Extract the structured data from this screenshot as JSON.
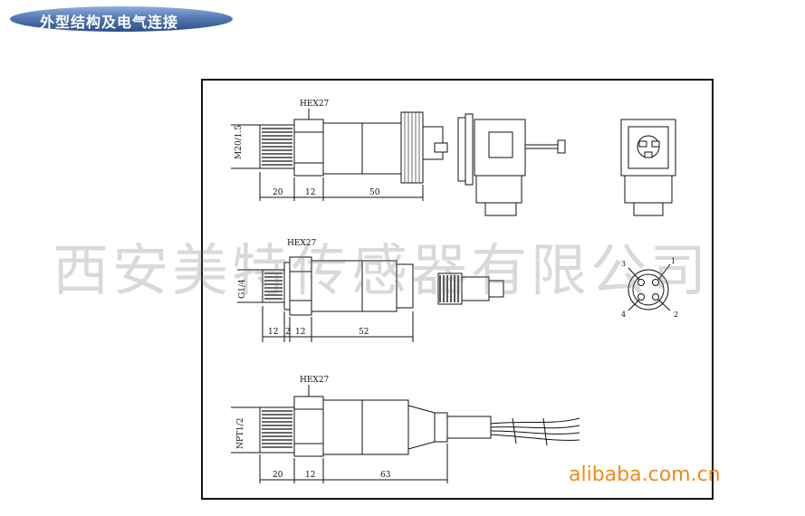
{
  "header": {
    "title": "外型结构及电气连接",
    "bg_color": "#5a7fb5"
  },
  "watermark": {
    "text": "西安美特传感器有限公司"
  },
  "footer": {
    "brand": "alibaba.com.cn",
    "color": "#f08a1a"
  },
  "sensors": [
    {
      "thread": "M20/1.5",
      "hex": "HEX27",
      "dims": [
        "20",
        "12",
        "50"
      ]
    },
    {
      "thread": "G1/4",
      "hex": "HEX27",
      "dims": [
        "12",
        "2",
        "12",
        "52"
      ]
    },
    {
      "thread": "NPT1/2",
      "hex": "HEX27",
      "dims": [
        "20",
        "12",
        "63"
      ]
    }
  ],
  "pinout": {
    "labels": [
      "3",
      "1",
      "4",
      "2"
    ]
  }
}
